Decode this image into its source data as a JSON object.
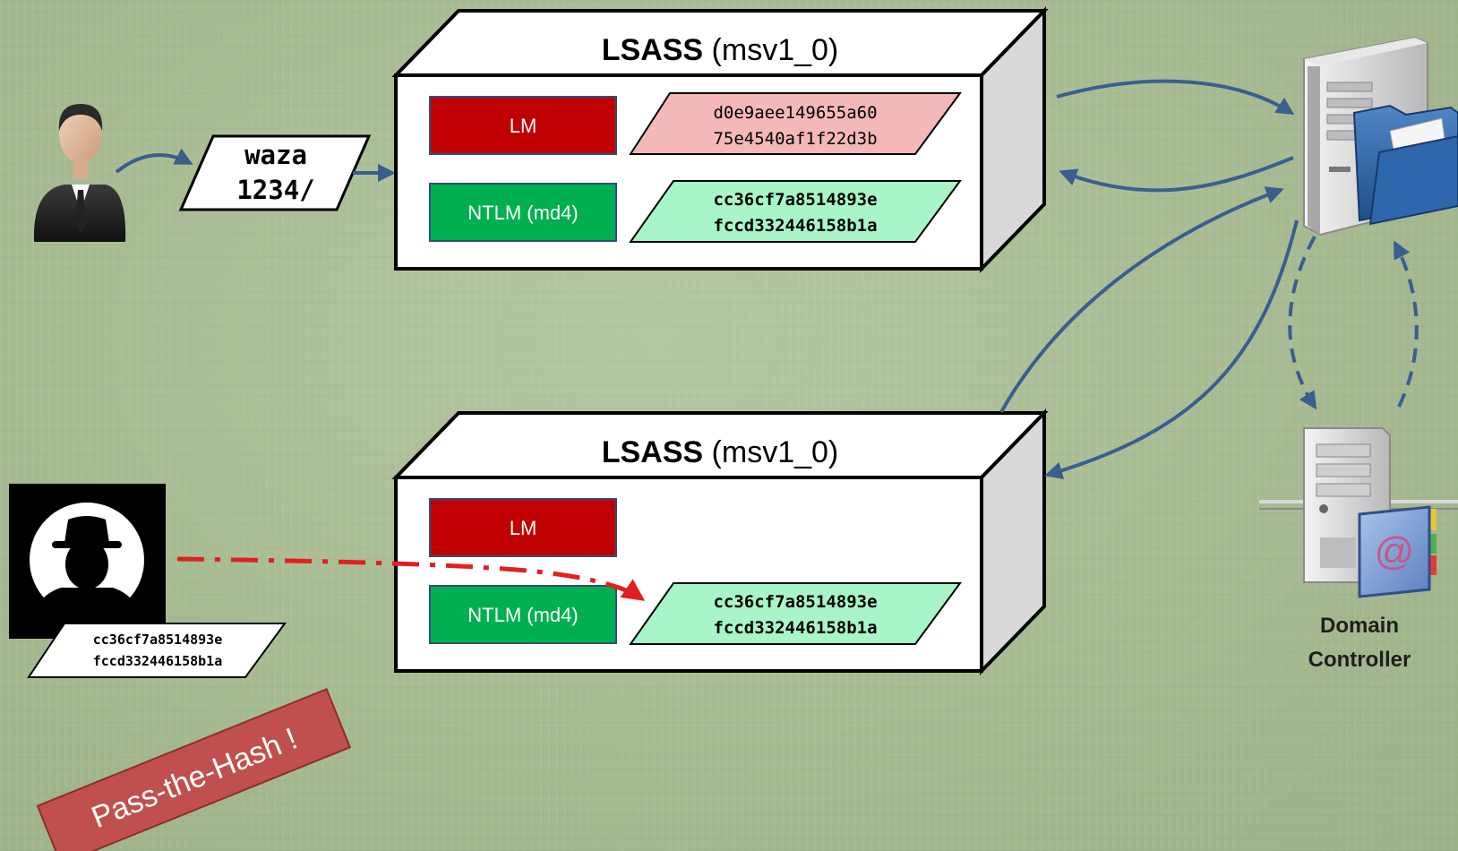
{
  "lsass_top": {
    "title_bold": "LSASS",
    "title_rest": " (msv1_0)",
    "lm_label": "LM",
    "ntlm_label": "NTLM (md4)",
    "lm_hash_line1": "d0e9aee149655a60",
    "lm_hash_line2": "75e4540af1f22d3b",
    "ntlm_hash_line1": "cc36cf7a8514893e",
    "ntlm_hash_line2": "fccd332446158b1a"
  },
  "lsass_bottom": {
    "title_bold": "LSASS",
    "title_rest": " (msv1_0)",
    "lm_label": "LM",
    "ntlm_label": "NTLM (md4)",
    "ntlm_hash_line1": "cc36cf7a8514893e",
    "ntlm_hash_line2": "fccd332446158b1a"
  },
  "credentials": {
    "user": "waza",
    "password": "1234/"
  },
  "attacker": {
    "hash_line1": "cc36cf7a8514893e",
    "hash_line2": "fccd332446158b1a"
  },
  "domain_controller": {
    "label_line1": "Domain",
    "label_line2": "Controller"
  },
  "banner": {
    "text": "Pass-the-Hash !"
  },
  "colors": {
    "background": "#a9bd94",
    "arrow": "#3a5f8f",
    "attack_arrow": "#e02020",
    "lm": "#c00000",
    "ntlm": "#00b050",
    "lm_hash_fill": "#f4b8b8",
    "ntlm_hash_fill": "#a8f5c8",
    "banner": "#c0504d"
  },
  "icons": [
    "user-icon",
    "hacker-icon",
    "file-server-icon",
    "domain-controller-icon"
  ]
}
